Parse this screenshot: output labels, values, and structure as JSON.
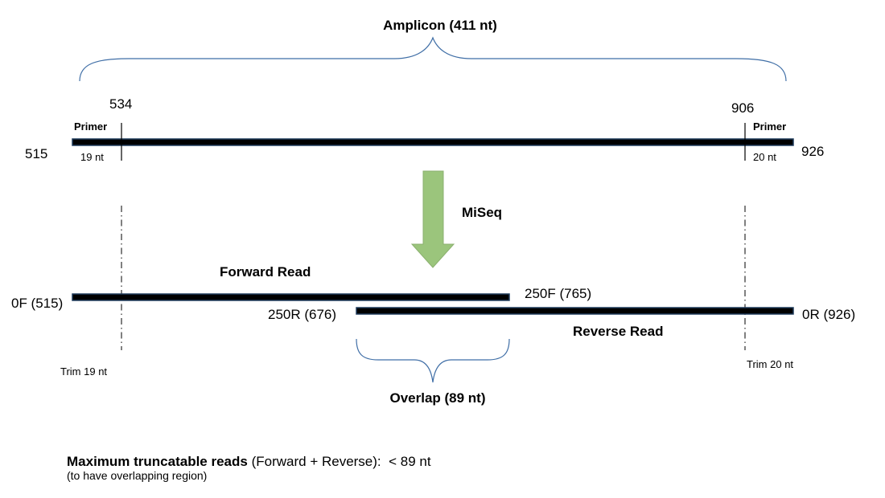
{
  "amplicon": {
    "label": "Amplicon (411 nt)",
    "start": "515",
    "end": "926",
    "fwd_primer_pos": "534",
    "rev_primer_pos": "906",
    "fwd_primer_label": "Primer",
    "rev_primer_label": "Primer",
    "fwd_primer_len": "19 nt",
    "rev_primer_len": "20 nt"
  },
  "process": {
    "label": "MiSeq",
    "arrow_color": "#9bc57c"
  },
  "forward_read": {
    "label": "Forward Read",
    "start_label": "0F (515)",
    "end_label": "250F (765)"
  },
  "reverse_read": {
    "label": "Reverse Read",
    "start_label": "250R (676)",
    "end_label": "0R (926)"
  },
  "trims": {
    "left": "Trim 19 nt",
    "right": "Trim 20 nt"
  },
  "overlap": {
    "label": "Overlap (89 nt)"
  },
  "note": {
    "bold": "Maximum truncatable reads",
    "normal": " (Forward + Reverse):  < 89 nt",
    "sub": "(to have overlapping region)"
  },
  "colors": {
    "brace": "#3f6ea6",
    "bar": "#000000"
  }
}
